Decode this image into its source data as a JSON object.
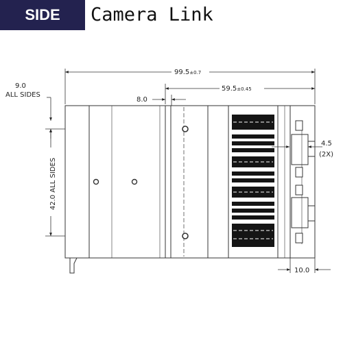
{
  "header": {
    "badge": "SIDE",
    "title": "Camera Link",
    "badge_color": "#23224f"
  },
  "dimensions": {
    "overall_length": "99.5",
    "overall_length_tol": "±0.7",
    "rear_length": "59.5",
    "rear_length_tol": "±0.45",
    "flange_offset": "8.0",
    "edge_margin": "9.0",
    "edge_margin_note": "ALL SIDES",
    "height": "42.0 ALL SIDES",
    "connector_spacing": "4.5",
    "connector_count": "(2X)",
    "connector_depth": "10.0"
  }
}
